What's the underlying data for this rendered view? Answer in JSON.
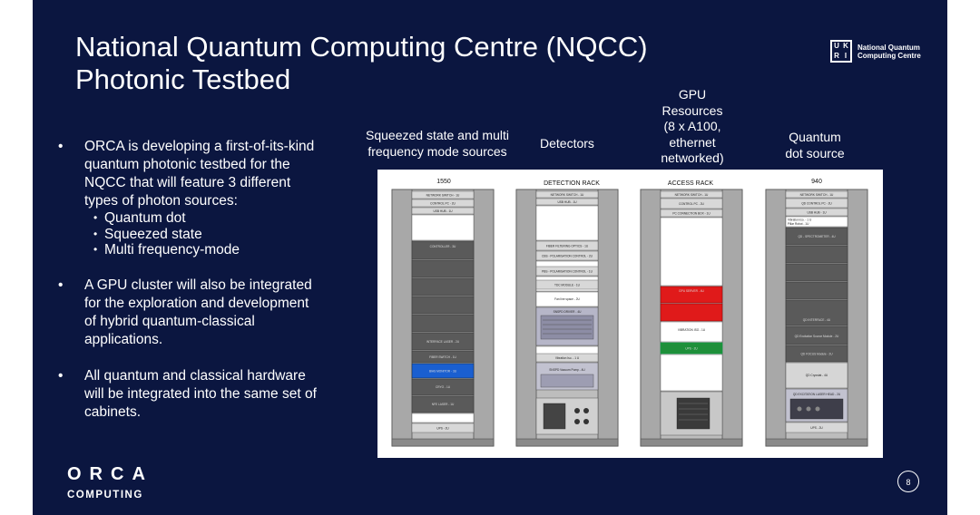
{
  "title": {
    "line1": "National Quantum Computing Centre (NQCC)",
    "line2": "Photonic Testbed"
  },
  "nqcc_logo": {
    "letters": [
      "U",
      "K",
      "R",
      "I"
    ],
    "line1": "National Quantum",
    "line2": "Computing Centre"
  },
  "bullets": [
    {
      "text": "ORCA is developing a first-of-its-kind quantum photonic testbed for the NQCC that will feature 3 different types of photon sources:",
      "subitems": [
        "Quantum dot",
        "Squeezed state",
        "Multi frequency-mode"
      ]
    },
    {
      "text": "A GPU cluster will also be integrated for the exploration and development of hybrid quantum-classical applications.",
      "subitems": []
    },
    {
      "text": "All quantum and classical hardware will be integrated into the same set of cabinets.",
      "subitems": []
    }
  ],
  "column_labels": {
    "squeezed": [
      "Squeezed state and multi",
      "frequency mode sources"
    ],
    "detectors": [
      "Detectors"
    ],
    "gpu": [
      "GPU",
      "Resources",
      "(8 x A100,",
      "ethernet",
      "networked)"
    ],
    "quantum_dot": [
      "Quantum",
      "dot source"
    ]
  },
  "racks": [
    {
      "title": "1550",
      "slots": [
        "NETWORK SWITCH - 1U",
        "CONTROL PC - 2U",
        "USB HUB - 1U",
        "",
        "CONTROLLER - 3U",
        "",
        "",
        "",
        "",
        "",
        "INTERFACE LASER - 2U",
        "FIBER SWITCH - 1U",
        "BIAS MONITOR - 3U",
        "CRYO - 1U",
        "NFE LASER - 1U",
        "UPS - 2U"
      ]
    },
    {
      "title": "DETECTION RACK",
      "slots": [
        "NETWORK SWITCH - 1U",
        "USB HUB - 1U",
        "FIBER FILTERING OPTICS - 1U",
        "CBS - POLARISATION CONTROL - 2U",
        "PBS - POLARISATION CONTROL - 1U",
        "TDC MODULE - 1U",
        "Fan line space - 2U",
        "SNSPD DRIVER - 4U",
        "Vibration Iso. - 1 U",
        "SNSPD Vacuum Pump - 4U"
      ]
    },
    {
      "title": "ACCESS RACK",
      "slots": [
        "NETWORK SWITCH - 1U",
        "CONTROL PC - 2U",
        "PC CONNECTION BOX - 1U",
        "GPU SERVER - 4U",
        "VIBRATION ISO - 1U",
        "UPS - 2U"
      ]
    },
    {
      "title": "940",
      "slots": [
        "NETWORK SWITCH - 1U",
        "QD CONTROL PC - 2U",
        "USB HUB - 1U",
        "Vibration Iso. - 1 U",
        "Pillar Robot - 1U",
        "QD - SPECTROMETER - 4U",
        "QD INTERFACE - 4U",
        "QD Excitation Source Module - 2U",
        "QD FOCUS Module - 2U",
        "QD Cryostat - 4U",
        "QD EXCITATION LASER HEAD - 2U",
        "UPS - 2U"
      ]
    }
  ],
  "footer": {
    "brand": "ORCA",
    "sub": "COMPUTING",
    "page": "8"
  },
  "colors": {
    "background": "#0b1640",
    "text": "#ffffff",
    "blue_slot": "#1a5fd0",
    "red_slot": "#e01a1a",
    "green_slot": "#1f8f3a"
  }
}
